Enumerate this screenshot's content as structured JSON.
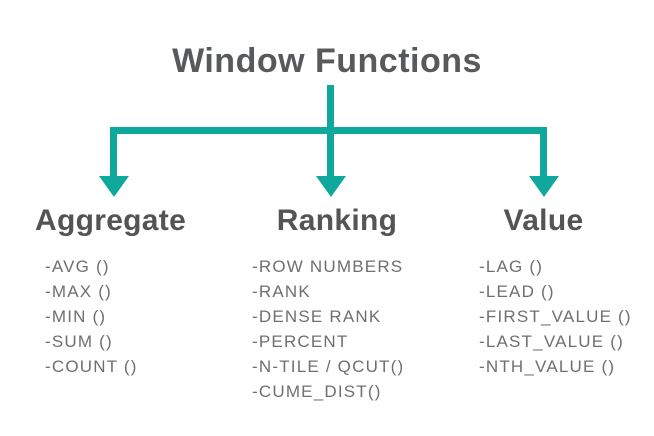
{
  "diagram": {
    "title": "Window Functions",
    "colors": {
      "accent": "#0FA89C",
      "title_text": "#58595B",
      "heading_text": "#545456",
      "list_text": "#6E6F71",
      "background": "#FFFFFF"
    },
    "branches": [
      {
        "heading": "Aggregate",
        "items": [
          "-AVG ()",
          "-MAX ()",
          "-MIN ()",
          "-SUM ()",
          "-COUNT ()"
        ]
      },
      {
        "heading": "Ranking",
        "items": [
          "-ROW NUMBERS",
          "-RANK",
          "-DENSE RANK",
          "-PERCENT",
          "-N-TILE / QCUT()",
          "-CUME_DIST()"
        ]
      },
      {
        "heading": "Value",
        "items": [
          "-LAG ()",
          "-LEAD ()",
          "-FIRST_VALUE ()",
          "-LAST_VALUE ()",
          "-NTH_VALUE ()"
        ]
      }
    ]
  }
}
